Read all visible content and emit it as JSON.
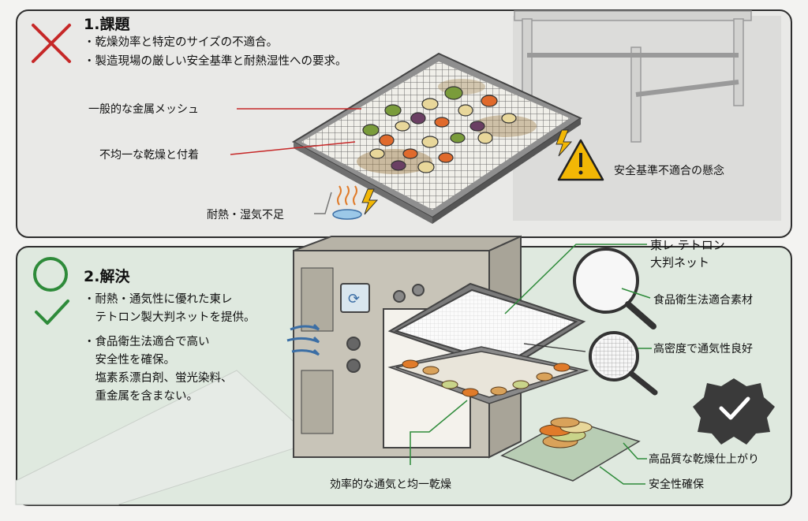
{
  "problem": {
    "title": "1.課題",
    "bullets": [
      "・乾燥効率と特定のサイズの不適合。",
      "・製造現場の厳しい安全基準と耐熱湿性への要求。"
    ],
    "callouts": {
      "mesh": "一般的な金属メッシュ",
      "uneven": "不均一な乾燥と付着",
      "heat": "耐熱・湿気不足",
      "safety": "安全基準不適合の懸念"
    },
    "colors": {
      "cross": "#c62828",
      "leader": "#c62828",
      "warning": "#f2b705"
    }
  },
  "solution": {
    "title": "2.解決",
    "bullets": [
      "・耐熱・通気性に優れた東レ",
      "　テトロン製大判ネットを提供。",
      "・食品衛生法適合で高い",
      "　安全性を確保。",
      "　塩素系漂白剤、蛍光染料、",
      "　重金属を含まない。"
    ],
    "callouts": {
      "net_line1": "東レ テトロン",
      "net_line2": "大判ネット",
      "food_safe": "食品衛生法適合素材",
      "density": "高密度で通気性良好",
      "airflow": "効率的な通気と均一乾燥",
      "quality": "高品質な乾燥仕上がり",
      "safety": "安全性確保"
    },
    "colors": {
      "check": "#2e8b3a",
      "leader": "#2e8b3a",
      "badge": "#3a3a3a"
    }
  }
}
